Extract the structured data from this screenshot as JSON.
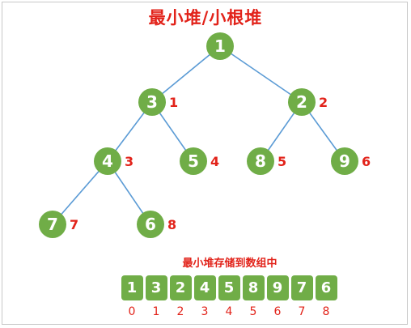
{
  "title": "最小堆/小根堆",
  "array_title": "最小堆存储到数组中",
  "colors": {
    "node": "#70ad47",
    "edge": "#5b9bd5",
    "label": "#e2231a"
  },
  "tree": {
    "nodes": [
      {
        "id": "n0",
        "value": "1",
        "index": ""
      },
      {
        "id": "n1",
        "value": "3",
        "index": "1"
      },
      {
        "id": "n2",
        "value": "2",
        "index": "2"
      },
      {
        "id": "n3",
        "value": "4",
        "index": "3"
      },
      {
        "id": "n4",
        "value": "5",
        "index": "4"
      },
      {
        "id": "n5",
        "value": "8",
        "index": "5"
      },
      {
        "id": "n6",
        "value": "9",
        "index": "6"
      },
      {
        "id": "n7",
        "value": "7",
        "index": "7"
      },
      {
        "id": "n8",
        "value": "6",
        "index": "8"
      }
    ],
    "edges": [
      [
        "n0",
        "n1"
      ],
      [
        "n0",
        "n2"
      ],
      [
        "n1",
        "n3"
      ],
      [
        "n1",
        "n4"
      ],
      [
        "n2",
        "n5"
      ],
      [
        "n2",
        "n6"
      ],
      [
        "n3",
        "n7"
      ],
      [
        "n3",
        "n8"
      ]
    ]
  },
  "array": {
    "values": [
      "1",
      "3",
      "2",
      "4",
      "5",
      "8",
      "9",
      "7",
      "6"
    ],
    "indexes": [
      "0",
      "1",
      "2",
      "3",
      "4",
      "5",
      "6",
      "7",
      "8"
    ]
  }
}
